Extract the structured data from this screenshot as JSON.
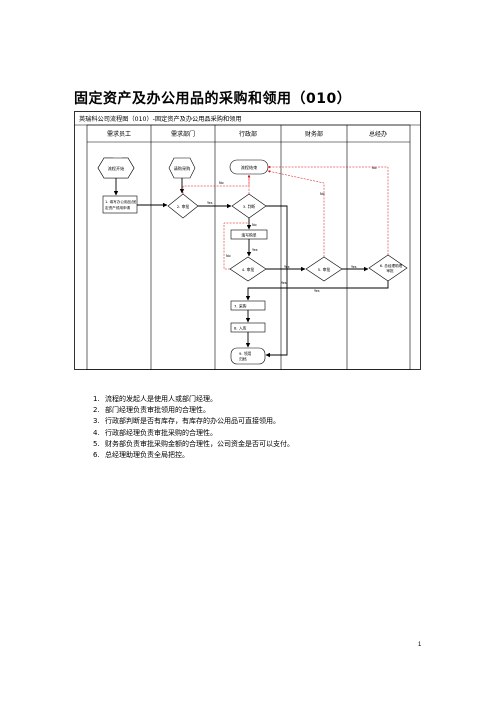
{
  "title": "固定资产及办公用品的采购和领用（010）",
  "flowchart": {
    "header": "英瑞科公司流程图（010）-固定资产及办公用品采购和领用",
    "lanes": [
      "需求员工",
      "需求部门",
      "行政部",
      "财务部",
      "总经办"
    ],
    "nodes": {
      "start": "流程开始",
      "request": "请购采购",
      "flow_end": "流程结束",
      "fill_form": [
        "1. 填写办公用品/固",
        "定资产领用申请"
      ],
      "approve": "2. 审批",
      "judge": "3. 判断",
      "fill_purchase": "填写购单",
      "review4": "4. 审批",
      "review5": "5. 审批",
      "review6": [
        "6. 总经理助理",
        "审批"
      ],
      "purchase": "7. 采购",
      "stock_in": "8. 入库",
      "receive": [
        "9. 领用",
        "归档"
      ]
    },
    "labels": {
      "yes": "Yes",
      "no": "No"
    }
  },
  "notes": [
    {
      "num": "1.",
      "text": "流程的发起人是使用人或部门经理。"
    },
    {
      "num": "2.",
      "text": "部门经理负责审批领用的合理性。"
    },
    {
      "num": "3.",
      "text": "行政部判断是否有库存，有库存的办公用品可直接领用。"
    },
    {
      "num": "4.",
      "text": "行政部经理负责审批采购的合理性。"
    },
    {
      "num": "5.",
      "text": "财务部负责审批采购金额的合理性，公司资金是否可以支付。"
    },
    {
      "num": "6.",
      "text": "总经理助理负责全局把控。"
    }
  ],
  "page_number": "1"
}
